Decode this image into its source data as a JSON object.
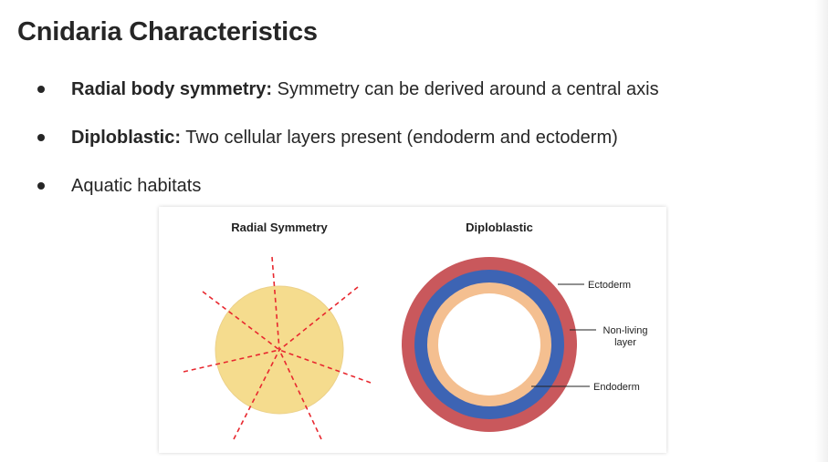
{
  "slide": {
    "title": "Cnidaria Characteristics",
    "bullets": [
      {
        "term": "Radial body symmetry:",
        "text": " Symmetry can be derived around a central axis"
      },
      {
        "term": "Diploblastic:",
        "text": " Two cellular layers present (endoderm and ectoderm)"
      },
      {
        "term": "",
        "text": "Aquatic habitats"
      }
    ]
  },
  "figure": {
    "radial": {
      "heading": "Radial Symmetry",
      "disc_color": "#f5dc8e",
      "line_color": "#e8282f"
    },
    "diploblastic": {
      "heading": "Diploblastic",
      "layers": [
        {
          "name": "Ectoderm",
          "color": "#c9585c"
        },
        {
          "name": "Non-living layer",
          "color": "#3d64b4"
        },
        {
          "name": "Endoderm",
          "color": "#f4bf90"
        }
      ],
      "labels": {
        "ectoderm": "Ectoderm",
        "nonliving_line1": "Non-living",
        "nonliving_line2": "layer",
        "endoderm": "Endoderm"
      }
    }
  }
}
